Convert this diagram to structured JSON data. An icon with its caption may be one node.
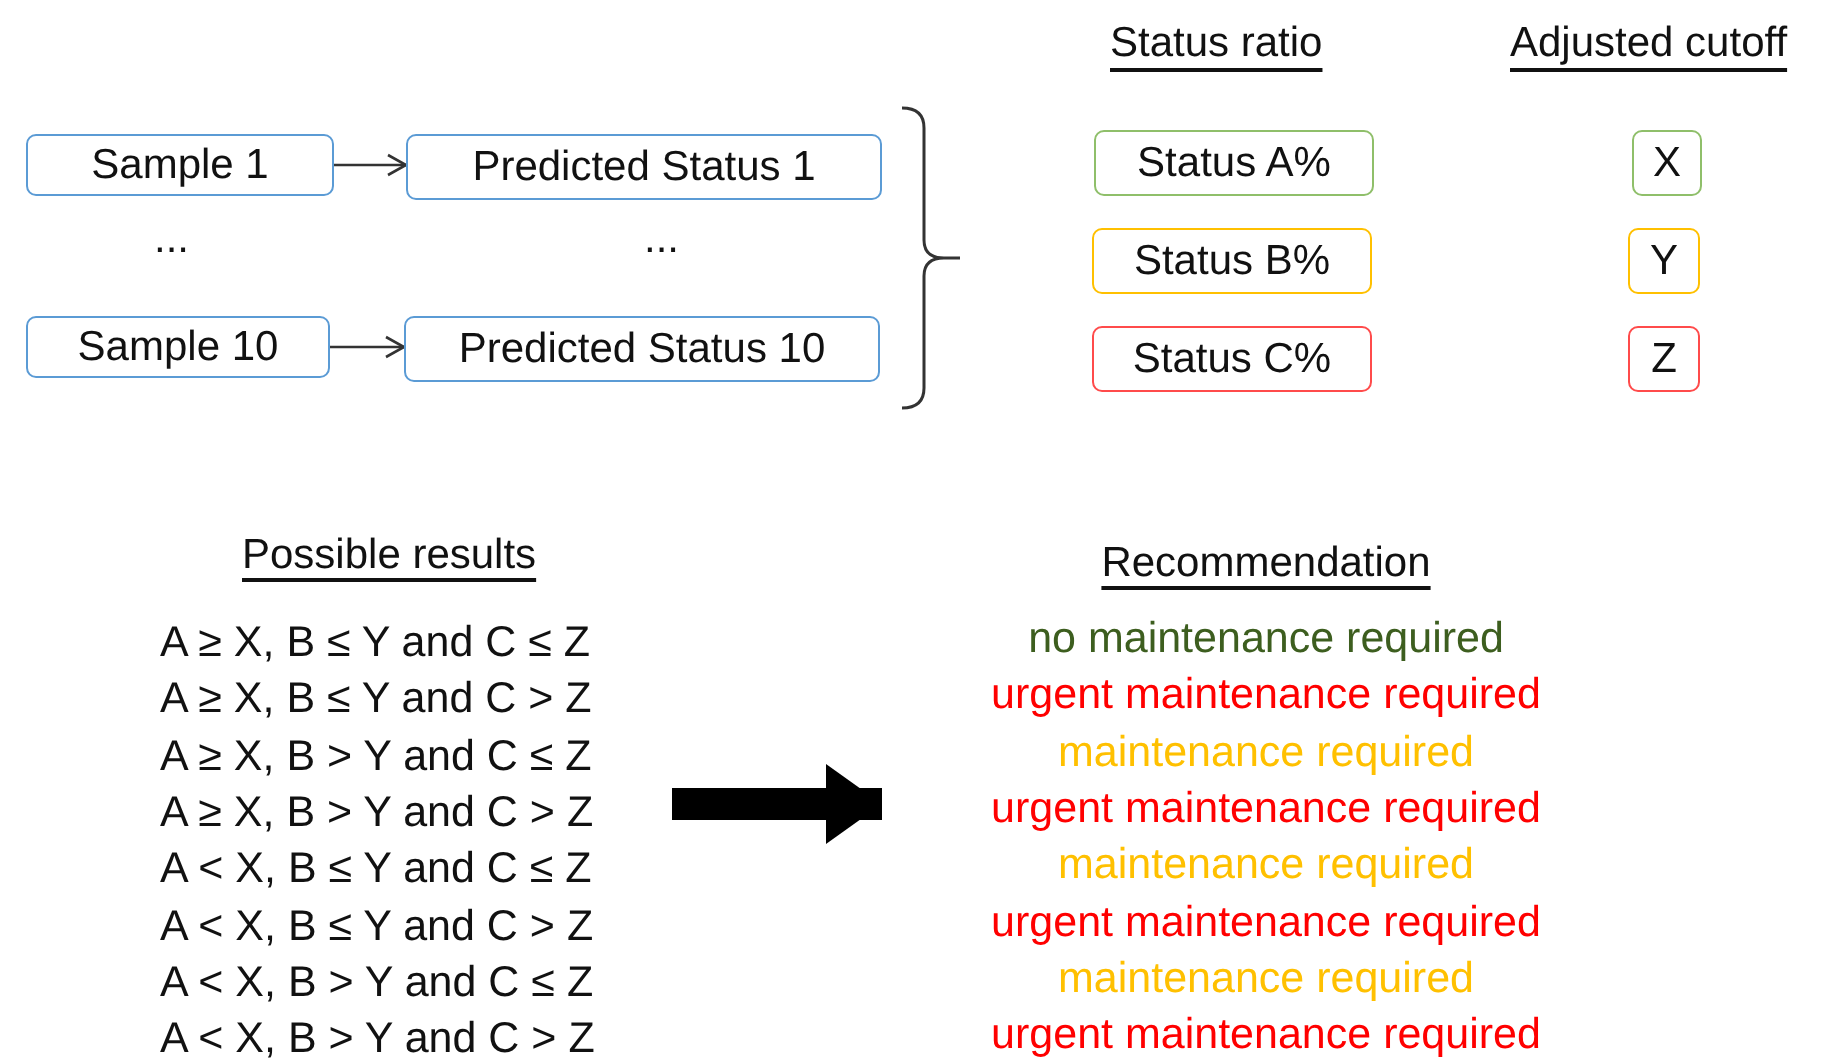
{
  "diagram": {
    "nodes": [
      {
        "text": [
          "Sample 1"
        ]
      },
      {
        "text": [
          "Predicted Status 1"
        ]
      },
      {
        "text": [
          "Sample 10"
        ]
      },
      {
        "text": [
          "Predicted Status 10"
        ]
      },
      {
        "text": [
          "Status A%"
        ]
      },
      {
        "text": [
          "X"
        ]
      },
      {
        "text": [
          "Status B%"
        ]
      },
      {
        "text": [
          "Y"
        ]
      },
      {
        "text": [
          "Status C%"
        ]
      },
      {
        "text": [
          "Z"
        ]
      },
      {
        "text": [
          "Possible results",
          "A ≥ X, B ≤ Y and C ≤ Z",
          "A ≥ X, B ≤ Y and C > Z",
          "A ≥ X, B > Y and C ≤ Z",
          "A ≥ X, B > Y and C > Z",
          "A < X, B ≤ Y and C ≤ Z",
          "A < X, B ≤ Y and C > Z",
          "A < X, B > Y and C ≤ Z",
          "A < X, B > Y and C > Z"
        ]
      },
      {
        "text": [
          "Recommendation",
          "no maintenance required",
          "urgent maintenance required",
          "maintenance required",
          "urgent maintenance required",
          "maintenance required",
          "urgent maintenance required",
          "maintenance required",
          "urgent maintenance required"
        ]
      }
    ],
    "edges": [
      {
        "from": 0,
        "to": 1,
        "arrow": "to"
      },
      {
        "from": 2,
        "to": 3,
        "arrow": "to"
      },
      {
        "from": 10,
        "to": 11,
        "arrow": "to",
        "style": "thick"
      }
    ],
    "labels": [
      "Status ratio",
      "Adjusted cutoff",
      "...",
      "..."
    ]
  }
}
